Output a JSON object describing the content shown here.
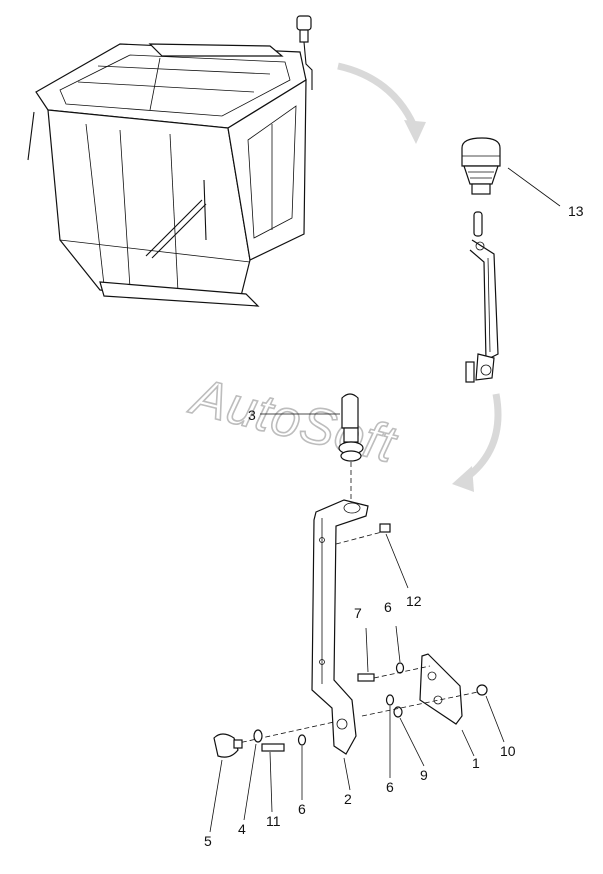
{
  "watermark": "AutoSoft",
  "callouts": [
    {
      "id": "c1",
      "text": "1"
    },
    {
      "id": "c2",
      "text": "2"
    },
    {
      "id": "c3",
      "text": "3"
    },
    {
      "id": "c4",
      "text": "4"
    },
    {
      "id": "c5",
      "text": "5"
    },
    {
      "id": "c6a",
      "text": "6"
    },
    {
      "id": "c6b",
      "text": "6"
    },
    {
      "id": "c6c",
      "text": "6"
    },
    {
      "id": "c7",
      "text": "7"
    },
    {
      "id": "c9",
      "text": "9"
    },
    {
      "id": "c10",
      "text": "10"
    },
    {
      "id": "c11",
      "text": "11"
    },
    {
      "id": "c12",
      "text": "12"
    },
    {
      "id": "c13",
      "text": "13"
    }
  ],
  "colors": {
    "line": "#111111",
    "arrow": "#d9d9d9",
    "watermark": "#bdbdbd"
  }
}
